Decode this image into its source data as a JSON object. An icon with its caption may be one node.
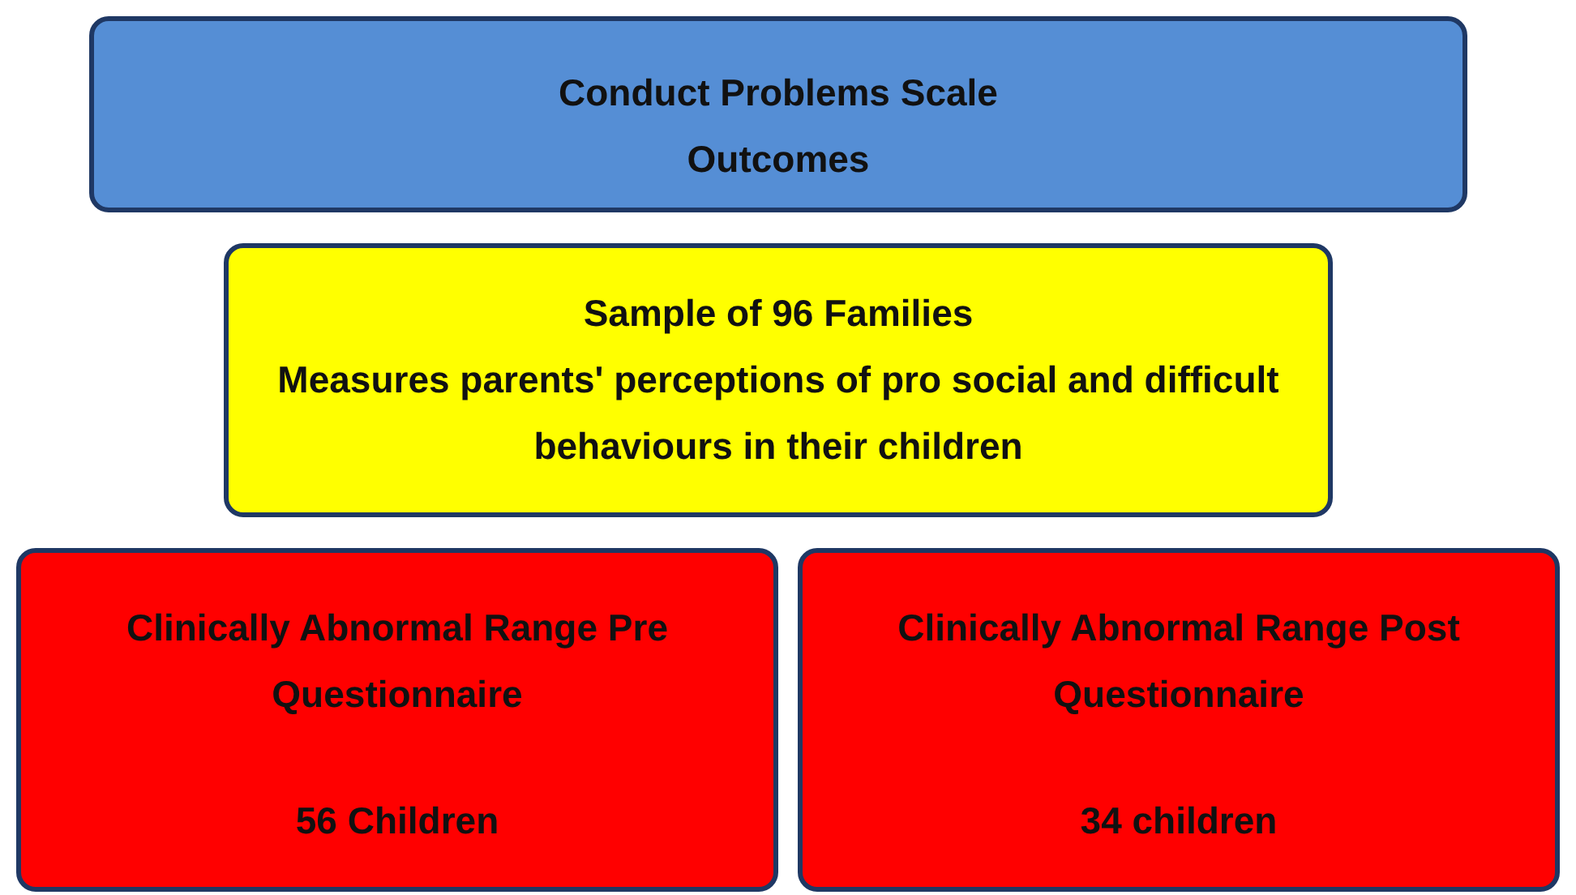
{
  "diagram": {
    "nodes": [
      {
        "text": [
          "Conduct Problems Scale Outcomes"
        ]
      },
      {
        "text": [
          "Sample of 96 Families",
          "Measures parents' perceptions of pro social and difficult behaviours in their children"
        ]
      },
      {
        "text": [
          "Clinically Abnormal Range Pre Questionnaire",
          "56 Children"
        ]
      },
      {
        "text": [
          "Clinically Abnormal Range Post Questionnaire",
          "34 children"
        ]
      }
    ]
  }
}
